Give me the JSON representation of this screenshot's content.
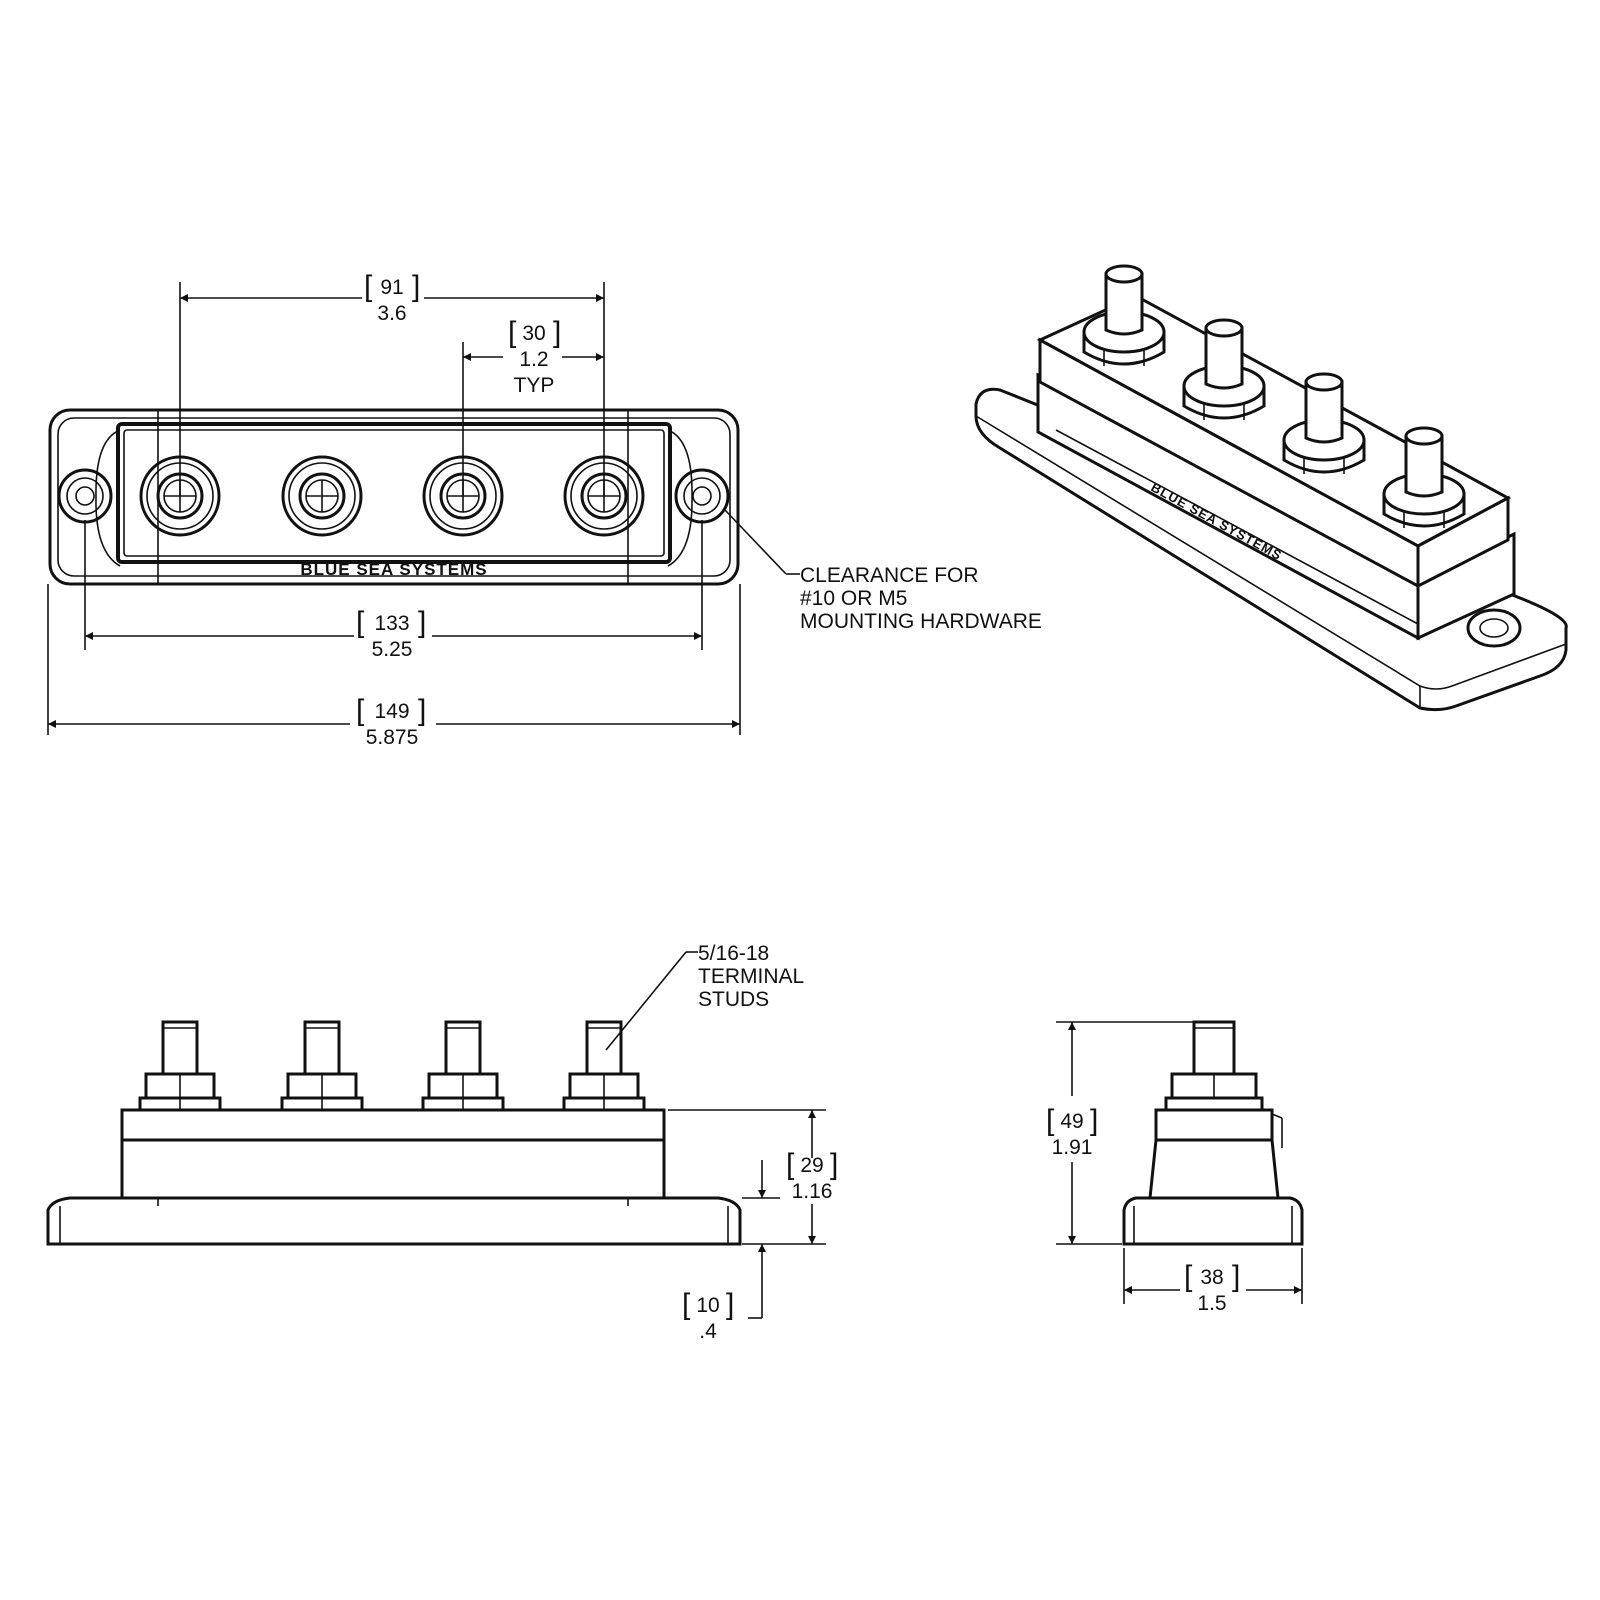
{
  "top_view": {
    "dims": {
      "stud_span": {
        "mm": "91",
        "in": "3.6"
      },
      "stud_pitch": {
        "mm": "30",
        "in": "1.2",
        "note": "TYP"
      },
      "mount_span": {
        "mm": "133",
        "in": "5.25"
      },
      "overall_length": {
        "mm": "149",
        "in": "5.875"
      }
    },
    "clearance_note": [
      "CLEARANCE FOR",
      "#10 OR M5",
      "MOUNTING HARDWARE"
    ],
    "logo_text": "BLUE SEA SYSTEMS"
  },
  "front_view": {
    "dims": {
      "body_height": {
        "mm": "29",
        "in": "1.16"
      },
      "base_height": {
        "mm": "10",
        "in": ".4"
      }
    },
    "stud_note": [
      "5/16-18",
      "TERMINAL",
      "STUDS"
    ]
  },
  "side_view": {
    "dims": {
      "overall_height": {
        "mm": "49",
        "in": "1.91"
      },
      "width": {
        "mm": "38",
        "in": "1.5"
      }
    }
  },
  "iso_view": {
    "stud_count": 4
  }
}
